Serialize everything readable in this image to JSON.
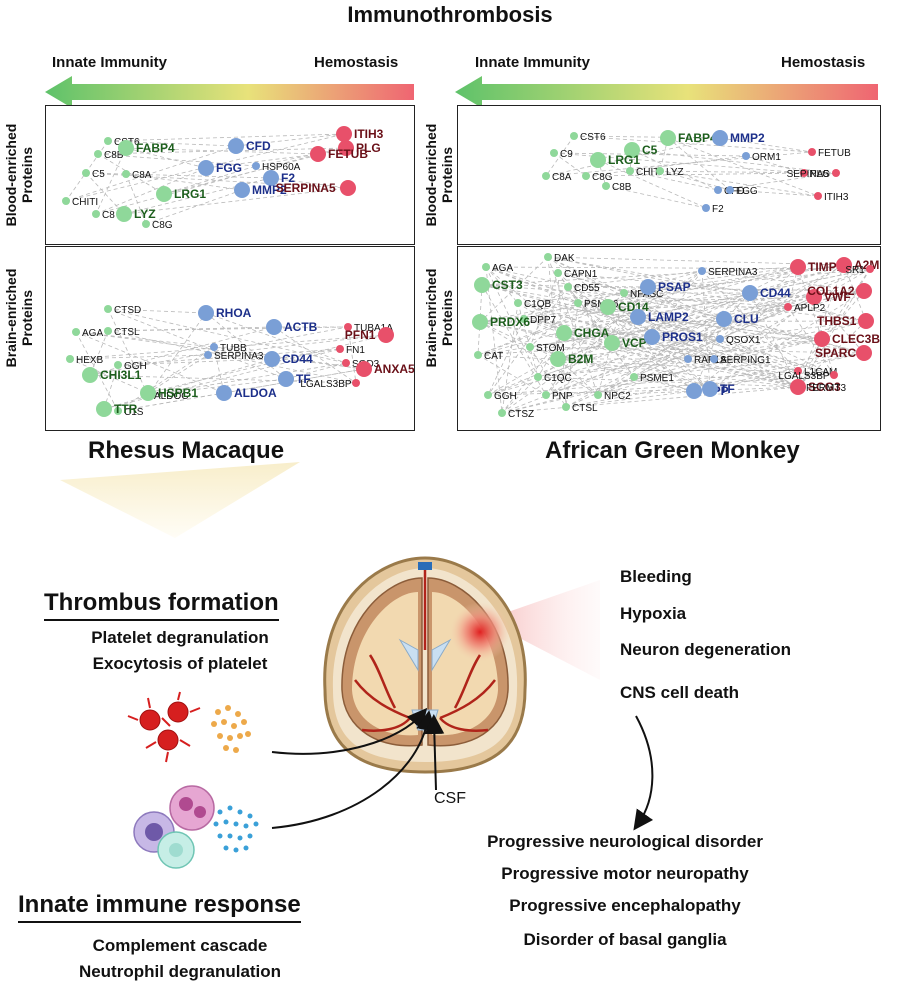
{
  "title": "Immunothrombosis",
  "gradient_arrow": {
    "left_label": "Innate Immunity",
    "right_label": "Hemostasis"
  },
  "row_labels": {
    "blood": [
      "Blood-enriched",
      "Proteins"
    ],
    "brain": [
      "Brain-enriched",
      "Proteins"
    ]
  },
  "species": {
    "left": "Rhesus Macaque",
    "right": "African Green Monkey"
  },
  "colors": {
    "green": "#8fd89a",
    "blue": "#7a9fd6",
    "red": "#e8506a",
    "green_text": "#1c5e1c",
    "blue_text": "#1c2f8a",
    "red_text": "#6a1018",
    "arrow_green": "#5ec26a",
    "arrow_red": "#ef6572"
  },
  "panels": {
    "rm_blood": {
      "nodes": [
        {
          "label": "CST6",
          "c": "g",
          "s": 0
        },
        {
          "label": "C8B",
          "c": "g",
          "s": 0
        },
        {
          "label": "FABP4",
          "c": "g",
          "s": 1
        },
        {
          "label": "C5",
          "c": "g",
          "s": 0
        },
        {
          "label": "C8A",
          "c": "g",
          "s": 0
        },
        {
          "label": "CHITI",
          "c": "g",
          "s": 0
        },
        {
          "label": "LRG1",
          "c": "g",
          "s": 1
        },
        {
          "label": "C8",
          "c": "g",
          "s": 0
        },
        {
          "label": "LYZ",
          "c": "g",
          "s": 1
        },
        {
          "label": "C8G",
          "c": "g",
          "s": 0
        },
        {
          "label": "CFD",
          "c": "b",
          "s": 1
        },
        {
          "label": "HSP60A",
          "c": "b",
          "s": 0
        },
        {
          "label": "FGG",
          "c": "b",
          "s": 1
        },
        {
          "label": "F2",
          "c": "b",
          "s": 1
        },
        {
          "label": "MMP2",
          "c": "b",
          "s": 1
        },
        {
          "label": "ITIH3",
          "c": "r",
          "s": 1
        },
        {
          "label": "PLG",
          "c": "r",
          "s": 1
        },
        {
          "label": "FETUB",
          "c": "r",
          "s": 1
        },
        {
          "label": "SERPINA5",
          "c": "r",
          "s": 1
        }
      ]
    },
    "rm_brain": {
      "nodes": [
        {
          "label": "CTSD",
          "c": "g",
          "s": 0
        },
        {
          "label": "AGA",
          "c": "g",
          "s": 0
        },
        {
          "label": "CTSL",
          "c": "g",
          "s": 0
        },
        {
          "label": "HEXB",
          "c": "g",
          "s": 0
        },
        {
          "label": "GGH",
          "c": "g",
          "s": 0
        },
        {
          "label": "ALDOC",
          "c": "g",
          "s": 0
        },
        {
          "label": "C1S",
          "c": "g",
          "s": 0
        },
        {
          "label": "CHI3L1",
          "c": "g",
          "s": 1
        },
        {
          "label": "HSPB1",
          "c": "g",
          "s": 1
        },
        {
          "label": "TTR",
          "c": "g",
          "s": 1
        },
        {
          "label": "RHOA",
          "c": "b",
          "s": 1
        },
        {
          "label": "TUBB",
          "c": "b",
          "s": 0
        },
        {
          "label": "ACTB",
          "c": "b",
          "s": 1
        },
        {
          "label": "SERPINA3",
          "c": "b",
          "s": 0
        },
        {
          "label": "CD44",
          "c": "b",
          "s": 1
        },
        {
          "label": "TF",
          "c": "b",
          "s": 1
        },
        {
          "label": "ALDOA",
          "c": "b",
          "s": 1
        },
        {
          "label": "TUBA1A",
          "c": "r",
          "s": 0
        },
        {
          "label": "PFN1",
          "c": "r",
          "s": 1
        },
        {
          "label": "FN1",
          "c": "r",
          "s": 0
        },
        {
          "label": "SOD3",
          "c": "r",
          "s": 0
        },
        {
          "label": "ANXA5",
          "c": "r",
          "s": 1
        },
        {
          "label": "LGALS3BP",
          "c": "r",
          "s": 0
        }
      ]
    },
    "agm_blood": {
      "nodes": [
        {
          "label": "CST6",
          "c": "g",
          "s": 0
        },
        {
          "label": "C9",
          "c": "g",
          "s": 0
        },
        {
          "label": "C5",
          "c": "g",
          "s": 1
        },
        {
          "label": "FABP4",
          "c": "g",
          "s": 1
        },
        {
          "label": "LRG1",
          "c": "g",
          "s": 1
        },
        {
          "label": "C8A",
          "c": "g",
          "s": 0
        },
        {
          "label": "C8G",
          "c": "g",
          "s": 0
        },
        {
          "label": "CHITI",
          "c": "g",
          "s": 0
        },
        {
          "label": "LYZ",
          "c": "g",
          "s": 0
        },
        {
          "label": "C8B",
          "c": "g",
          "s": 0
        },
        {
          "label": "MMP2",
          "c": "b",
          "s": 1
        },
        {
          "label": "ORM1",
          "c": "b",
          "s": 0
        },
        {
          "label": "CFD",
          "c": "b",
          "s": 0
        },
        {
          "label": "FGG",
          "c": "b",
          "s": 0
        },
        {
          "label": "F2",
          "c": "b",
          "s": 0
        },
        {
          "label": "FETUB",
          "c": "r",
          "s": 0
        },
        {
          "label": "PLG",
          "c": "r",
          "s": 0
        },
        {
          "label": "SEPINA5",
          "c": "r",
          "s": 0
        },
        {
          "label": "ITIH3",
          "c": "r",
          "s": 0
        }
      ]
    },
    "agm_brain": {
      "nodes": [
        {
          "label": "DAK",
          "c": "g",
          "s": 0
        },
        {
          "label": "AGA",
          "c": "g",
          "s": 0
        },
        {
          "label": "CAPN1",
          "c": "g",
          "s": 0
        },
        {
          "label": "CD55",
          "c": "g",
          "s": 0
        },
        {
          "label": "CST3",
          "c": "g",
          "s": 1
        },
        {
          "label": "NFASC",
          "c": "g",
          "s": 0
        },
        {
          "label": "C1QB",
          "c": "g",
          "s": 0
        },
        {
          "label": "PSMD6",
          "c": "g",
          "s": 0
        },
        {
          "label": "DPP7",
          "c": "g",
          "s": 0
        },
        {
          "label": "CD14",
          "c": "g",
          "s": 1
        },
        {
          "label": "PRDX6",
          "c": "g",
          "s": 1
        },
        {
          "label": "CHGA",
          "c": "g",
          "s": 1
        },
        {
          "label": "STOM",
          "c": "g",
          "s": 0
        },
        {
          "label": "VCP",
          "c": "g",
          "s": 1
        },
        {
          "label": "CAT",
          "c": "g",
          "s": 0
        },
        {
          "label": "B2M",
          "c": "g",
          "s": 1
        },
        {
          "label": "C1QC",
          "c": "g",
          "s": 0
        },
        {
          "label": "PSME1",
          "c": "g",
          "s": 0
        },
        {
          "label": "GGH",
          "c": "g",
          "s": 0
        },
        {
          "label": "PNP",
          "c": "g",
          "s": 0
        },
        {
          "label": "NPC2",
          "c": "g",
          "s": 0
        },
        {
          "label": "CTSZ",
          "c": "g",
          "s": 0
        },
        {
          "label": "CTSL",
          "c": "g",
          "s": 0
        },
        {
          "label": "SERPINA3",
          "c": "b",
          "s": 0
        },
        {
          "label": "PSAP",
          "c": "b",
          "s": 1
        },
        {
          "label": "CD44",
          "c": "b",
          "s": 1
        },
        {
          "label": "LAMP2",
          "c": "b",
          "s": 1
        },
        {
          "label": "CLU",
          "c": "b",
          "s": 1
        },
        {
          "label": "PROS1",
          "c": "b",
          "s": 1
        },
        {
          "label": "QSOX1",
          "c": "b",
          "s": 0
        },
        {
          "label": "RAP1A",
          "c": "b",
          "s": 0
        },
        {
          "label": "SERPING1",
          "c": "b",
          "s": 0
        },
        {
          "label": "APP",
          "c": "b",
          "s": 1
        },
        {
          "label": "TF",
          "c": "b",
          "s": 1
        },
        {
          "label": "TIMP1",
          "c": "r",
          "s": 1
        },
        {
          "label": "A2M",
          "c": "r",
          "s": 1
        },
        {
          "label": "SR1",
          "c": "r",
          "s": 0
        },
        {
          "label": "VWF",
          "c": "r",
          "s": 1
        },
        {
          "label": "COL1A2",
          "c": "r",
          "s": 1
        },
        {
          "label": "APLP2",
          "c": "r",
          "s": 0
        },
        {
          "label": "THBS1",
          "c": "r",
          "s": 1
        },
        {
          "label": "CLEC3B",
          "c": "r",
          "s": 1
        },
        {
          "label": "SPARC",
          "c": "r",
          "s": 1
        },
        {
          "label": "L1CAM",
          "c": "r",
          "s": 0
        },
        {
          "label": "LGALS3BP",
          "c": "r",
          "s": 0
        },
        {
          "label": "SCG3",
          "c": "r",
          "s": 1
        },
        {
          "label": "FERMT3",
          "c": "r",
          "s": 0
        }
      ]
    }
  },
  "thrombus": {
    "heading": "Thrombus formation",
    "items": [
      "Platelet degranulation",
      "Exocytosis of platelet"
    ]
  },
  "innate": {
    "heading": "Innate immune response",
    "items": [
      "Complement cascade",
      "Neutrophil degranulation"
    ]
  },
  "symptoms": [
    "Bleeding",
    "Hypoxia",
    "Neuron degeneration",
    "CNS cell death"
  ],
  "csf_label": "CSF",
  "outcomes": [
    "Progressive neurological disorder",
    "Progressive motor neuropathy",
    "Progressive encephalopathy",
    "Disorder of basal ganglia"
  ]
}
